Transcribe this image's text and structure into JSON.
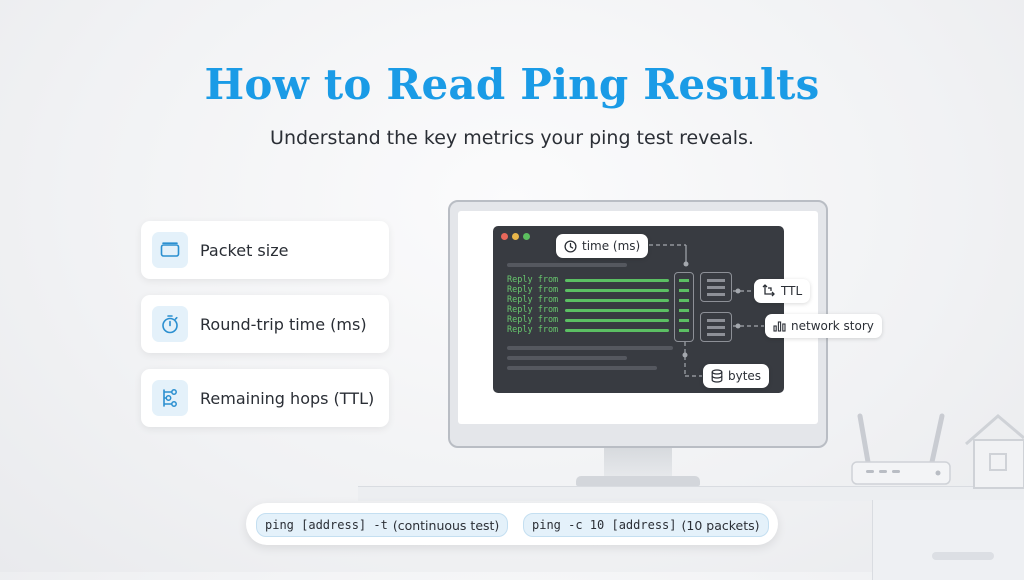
{
  "header": {
    "title": "How to Read Ping Results",
    "subtitle": "Understand the key metrics your ping test reveals."
  },
  "features": [
    {
      "label": "Packet size",
      "icon": "packet-icon"
    },
    {
      "label": "Round-trip time (ms)",
      "icon": "stopwatch-icon"
    },
    {
      "label": "Remaining hops (TTL)",
      "icon": "hops-icon"
    }
  ],
  "terminal": {
    "reply_lines": [
      "Reply from",
      "Reply from",
      "Reply from",
      "Reply from",
      "Reply from",
      "Reply from"
    ]
  },
  "annotations": {
    "time": "time (ms)",
    "ttl": "TTL",
    "network_story": "network story",
    "bytes": "bytes"
  },
  "commands": [
    {
      "code": "ping [address] -t",
      "note": "(continuous test)"
    },
    {
      "code": "ping -c 10 [address]",
      "note": "(10 packets)"
    }
  ],
  "colors": {
    "accent": "#1a9be6",
    "terminal_green": "#5bbf63",
    "terminal_bg": "#383b41"
  }
}
